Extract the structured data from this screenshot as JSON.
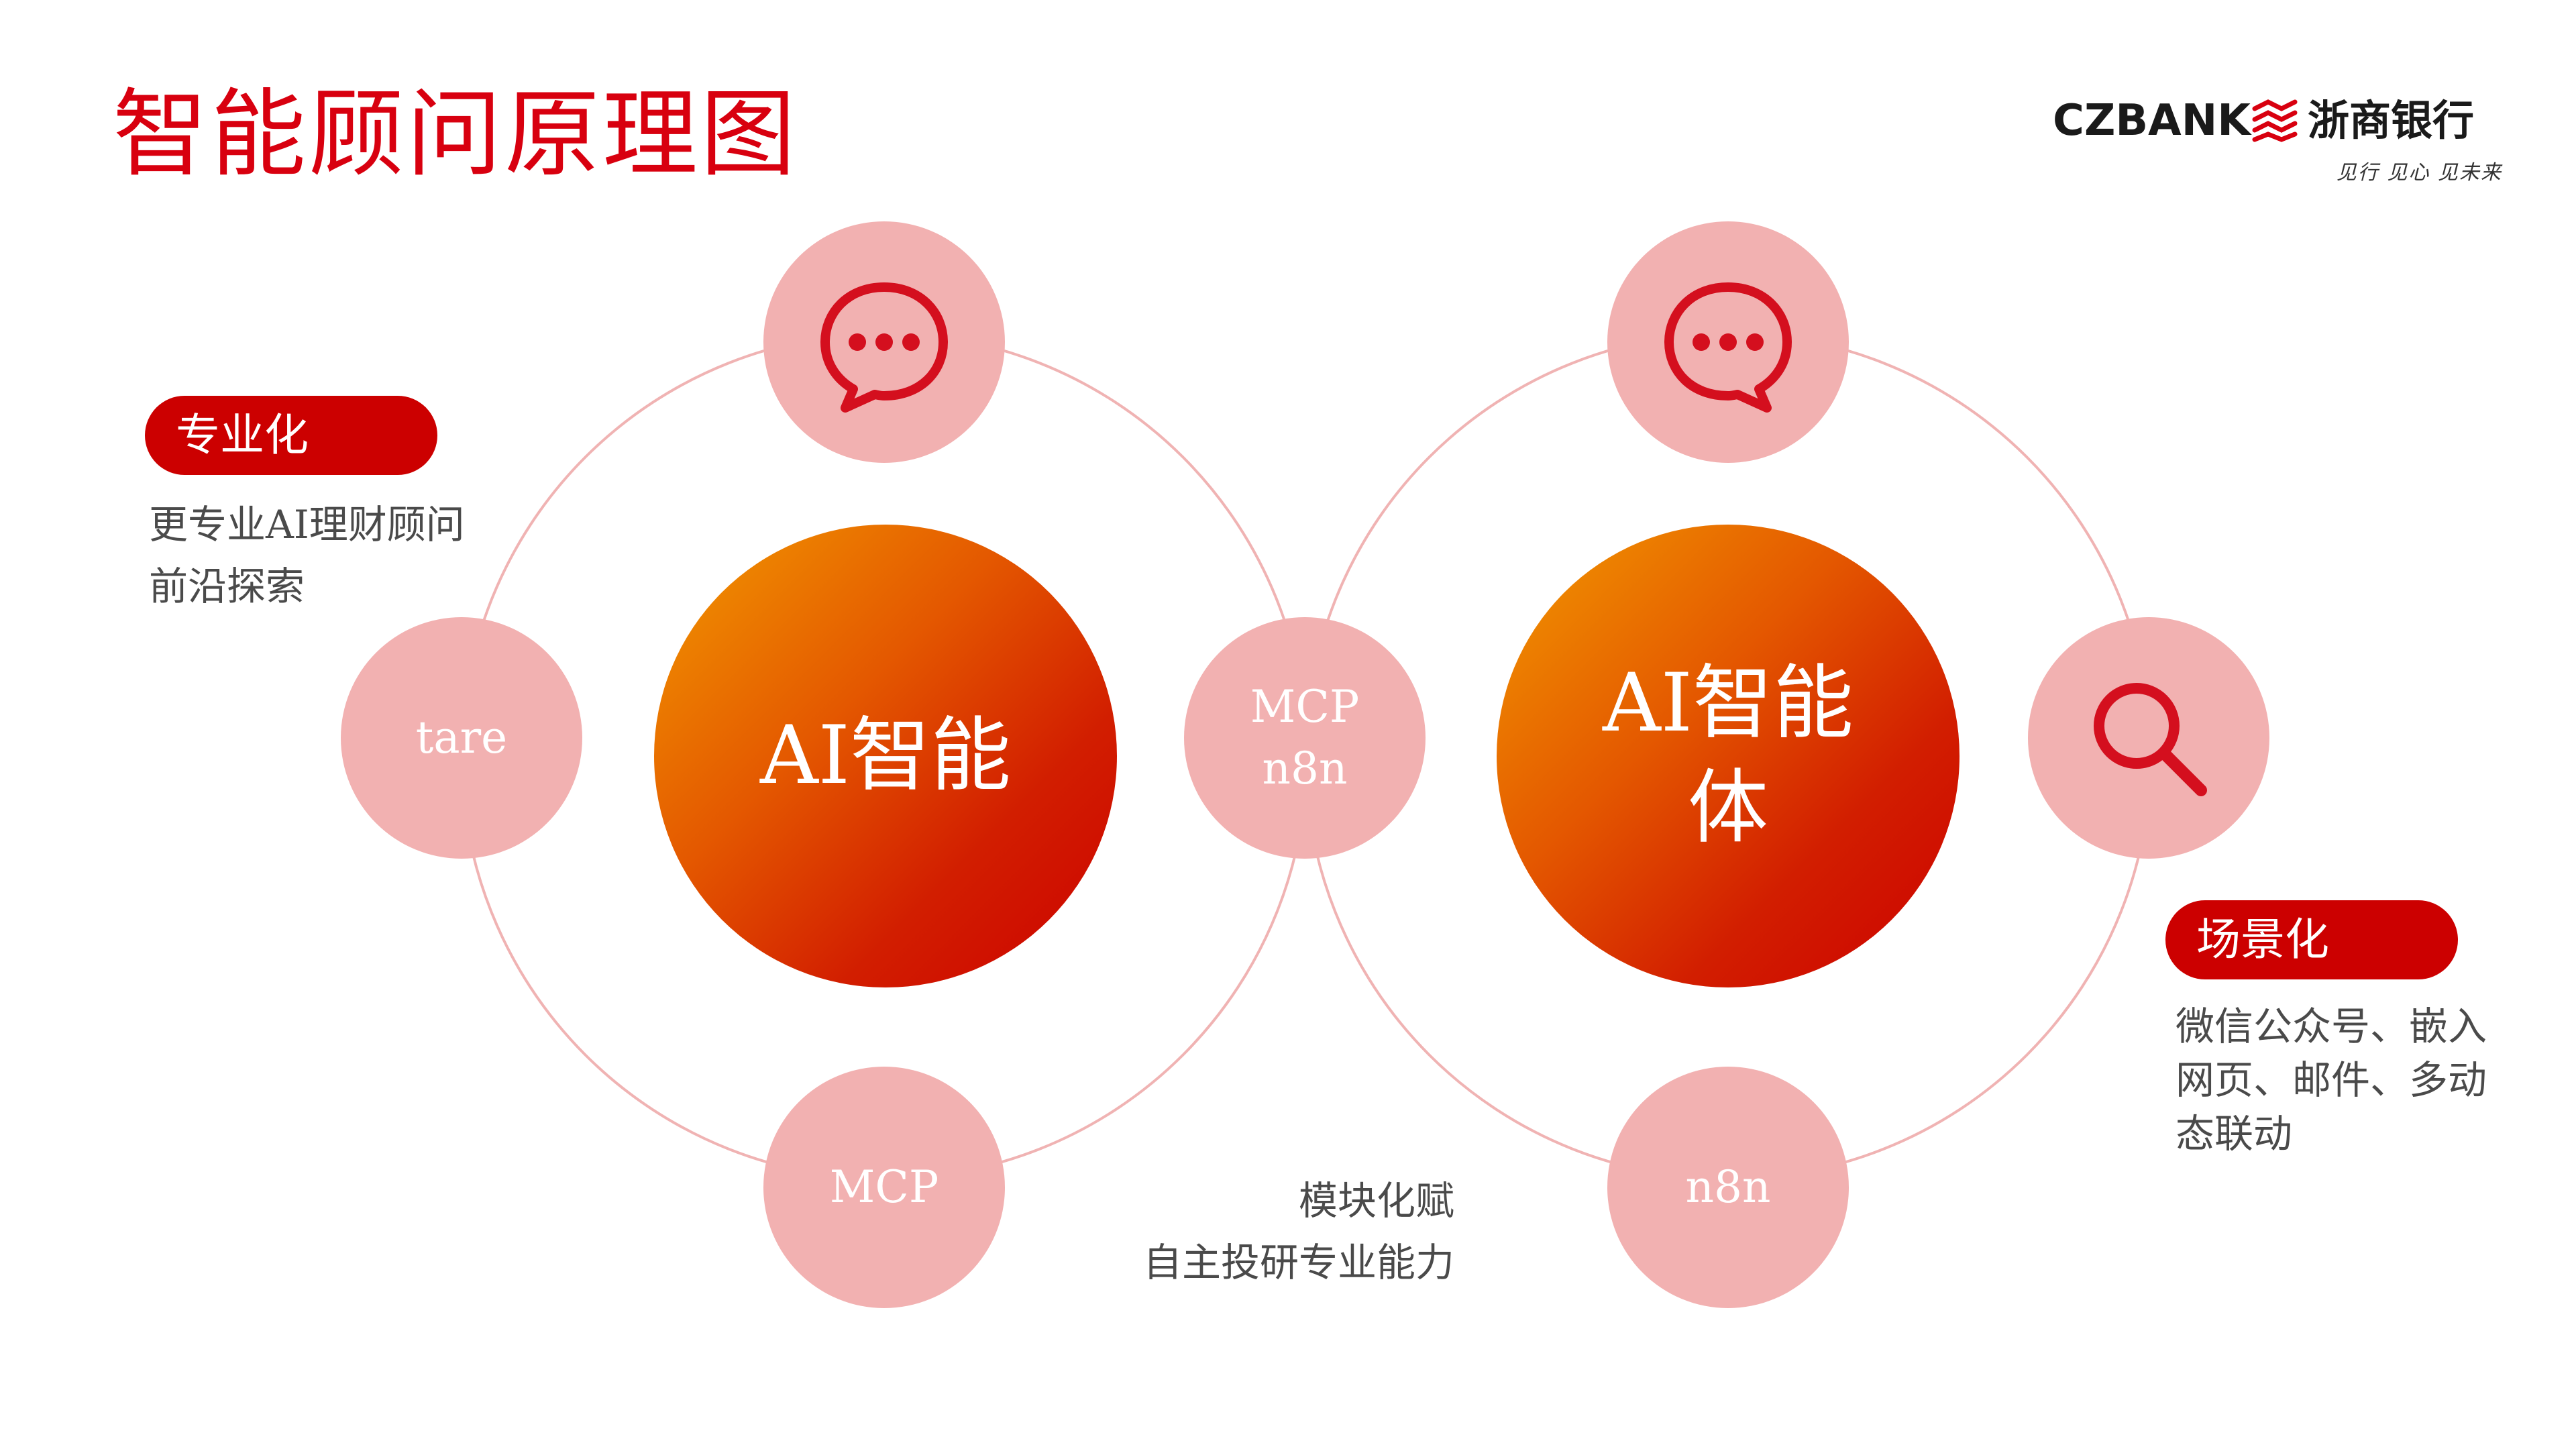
{
  "header": {
    "title": "智能顾问原理图"
  },
  "logo": {
    "brand_en": "CZBANK",
    "brand_cn": "浙商银行",
    "slogan": "见行 见心 见未来"
  },
  "diagram": {
    "left_center": {
      "label": "AI智能"
    },
    "right_center": {
      "line1": "AI智能",
      "line2": "体"
    },
    "nodes": {
      "left_top": {
        "icon": "chat-bubble-icon"
      },
      "left_left": {
        "label": "tare"
      },
      "left_bottom": {
        "label": "MCP"
      },
      "shared": {
        "line1": "MCP",
        "line2": "n8n"
      },
      "right_top": {
        "icon": "chat-bubble-icon"
      },
      "right_right": {
        "icon": "search-icon"
      },
      "right_bottom": {
        "label": "n8n"
      }
    }
  },
  "callouts": {
    "professional": {
      "label": "专业化",
      "lines": [
        "更专业AI理财顾问",
        "前沿探索"
      ]
    },
    "modular": {
      "lines": [
        "模块化赋",
        "自主投研专业能力"
      ]
    },
    "scenario": {
      "label": "场景化",
      "lines": [
        "微信公众号、嵌入",
        "网页、邮件、多动",
        "态联动"
      ]
    }
  },
  "colors": {
    "brand_red": "#d8000f",
    "pill_red": "#cc0000",
    "node_pink": "#f2b1b1",
    "ring_line": "#f0b3b3",
    "icon_red": "#d40f1e",
    "gradient_start": "#f29a00",
    "gradient_end": "#cc0000",
    "text_gray": "#4a4a4a"
  }
}
